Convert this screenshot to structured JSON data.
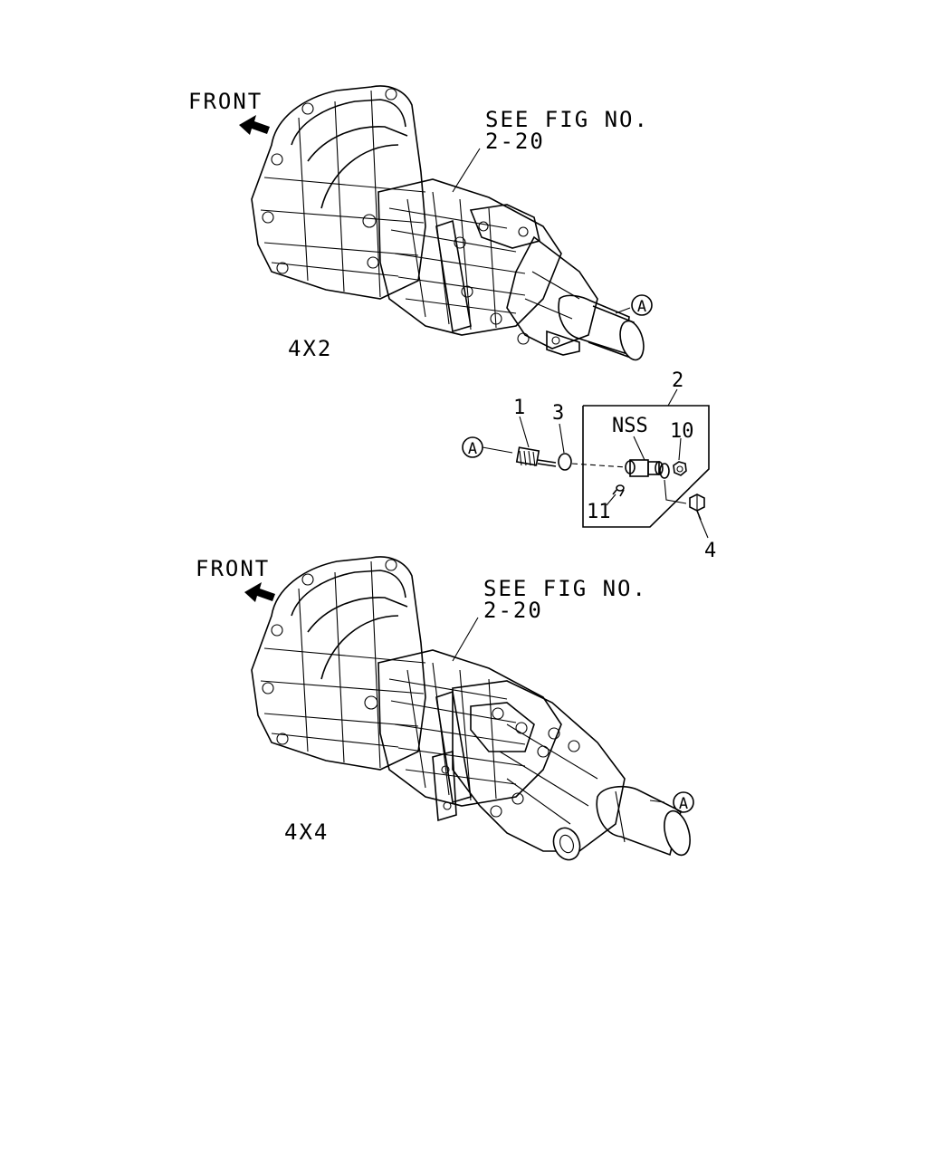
{
  "top_view": {
    "front_label": "FRONT",
    "see_fig_line1": "SEE FIG NO.",
    "see_fig_line2": "2-20",
    "variant_label": "4X2",
    "ref_marker": "A"
  },
  "bottom_view": {
    "front_label": "FRONT",
    "see_fig_line1": "SEE FIG NO.",
    "see_fig_line2": "2-20",
    "variant_label": "4X4",
    "ref_marker": "A"
  },
  "detail": {
    "ref_marker": "A",
    "box_callout": "2",
    "nss_label": "NSS",
    "parts": {
      "p1": "1",
      "p3": "3",
      "p4": "4",
      "p10": "10",
      "p11": "11"
    }
  }
}
